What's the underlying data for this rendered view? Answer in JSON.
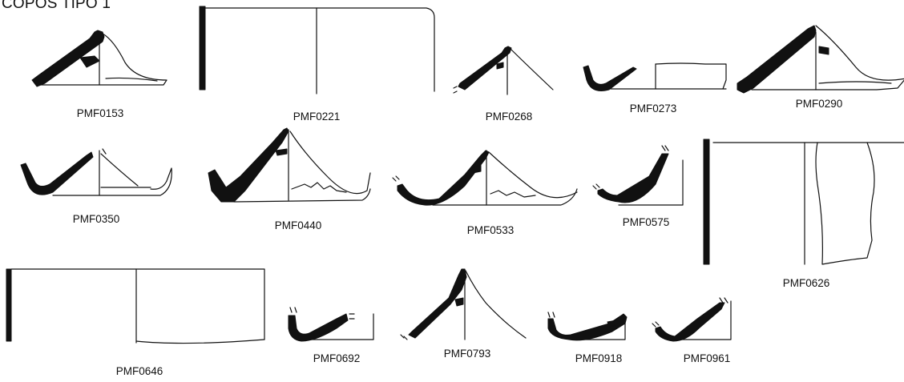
{
  "title": "COPOS TIPO 1",
  "figures": [
    {
      "id": "PMF0153"
    },
    {
      "id": "PMF0221"
    },
    {
      "id": "PMF0268"
    },
    {
      "id": "PMF0273"
    },
    {
      "id": "PMF0290"
    },
    {
      "id": "PMF0350"
    },
    {
      "id": "PMF0440"
    },
    {
      "id": "PMF0533"
    },
    {
      "id": "PMF0575"
    },
    {
      "id": "PMF0626"
    },
    {
      "id": "PMF0646"
    },
    {
      "id": "PMF0692"
    },
    {
      "id": "PMF0793"
    },
    {
      "id": "PMF0918"
    },
    {
      "id": "PMF0961"
    }
  ]
}
